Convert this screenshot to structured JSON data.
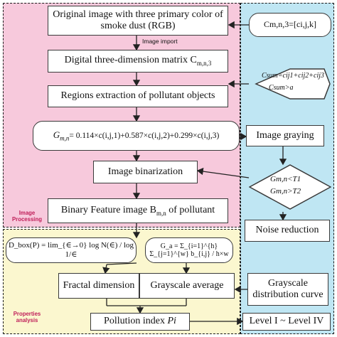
{
  "colors": {
    "image_processing_bg": "#f7c9dc",
    "image_processing_label": "#c0205a",
    "side_bg": "#bfe6f3",
    "properties_bg": "#fbf7cf"
  },
  "regions": {
    "image_processing_label": "Image\nProcessing",
    "properties_label": "Properties\nanalysis"
  },
  "boxes": {
    "original": "Original image with three primary color of smoke dust (RGB)",
    "import_label": "Image import",
    "digital_prefix": "Digital three-dimension matrix C",
    "digital_sub": "m,n,3",
    "regions_extract": "Regions extraction of pollutant objects",
    "g_formula_lhs": "G",
    "g_formula_lhs_sub": "m,n",
    "g_formula_rhs": "= 0.114×c(i,j,1)+0.587×c(i,j,2)+0.299×c(i,j,3)",
    "binarization": "Image binarization",
    "binary_prefix": "Binary Feature image B",
    "binary_sub": "m,n",
    "binary_suffix": " of pollutant",
    "dbox_formula": "D_box(P) = lim_{∈→0} log N(∈) / log 1/∈",
    "ga_formula": "G_a = Σ_{i=1}^{h} Σ_{j=1}^{w} b_{i,j} / h×w",
    "fractal": "Fractal dimension",
    "grayscale_avg": "Grayscale average",
    "pollution_prefix": "Pollution index ",
    "pollution_var": "Pi"
  },
  "side": {
    "cmn": "Cm,n,3=[ci,j,k]",
    "csum_line1": "Csum=cij1+cij2+cij3",
    "csum_line2": "Csum>a",
    "graying": "Image graying",
    "threshold_line1": "Gm,n<T1",
    "threshold_line2": "Gm,n>T2",
    "noise": "Noise reduction",
    "grayscale_curve": "Grayscale distribution curve",
    "levels": "Level I ~ Level IV"
  }
}
